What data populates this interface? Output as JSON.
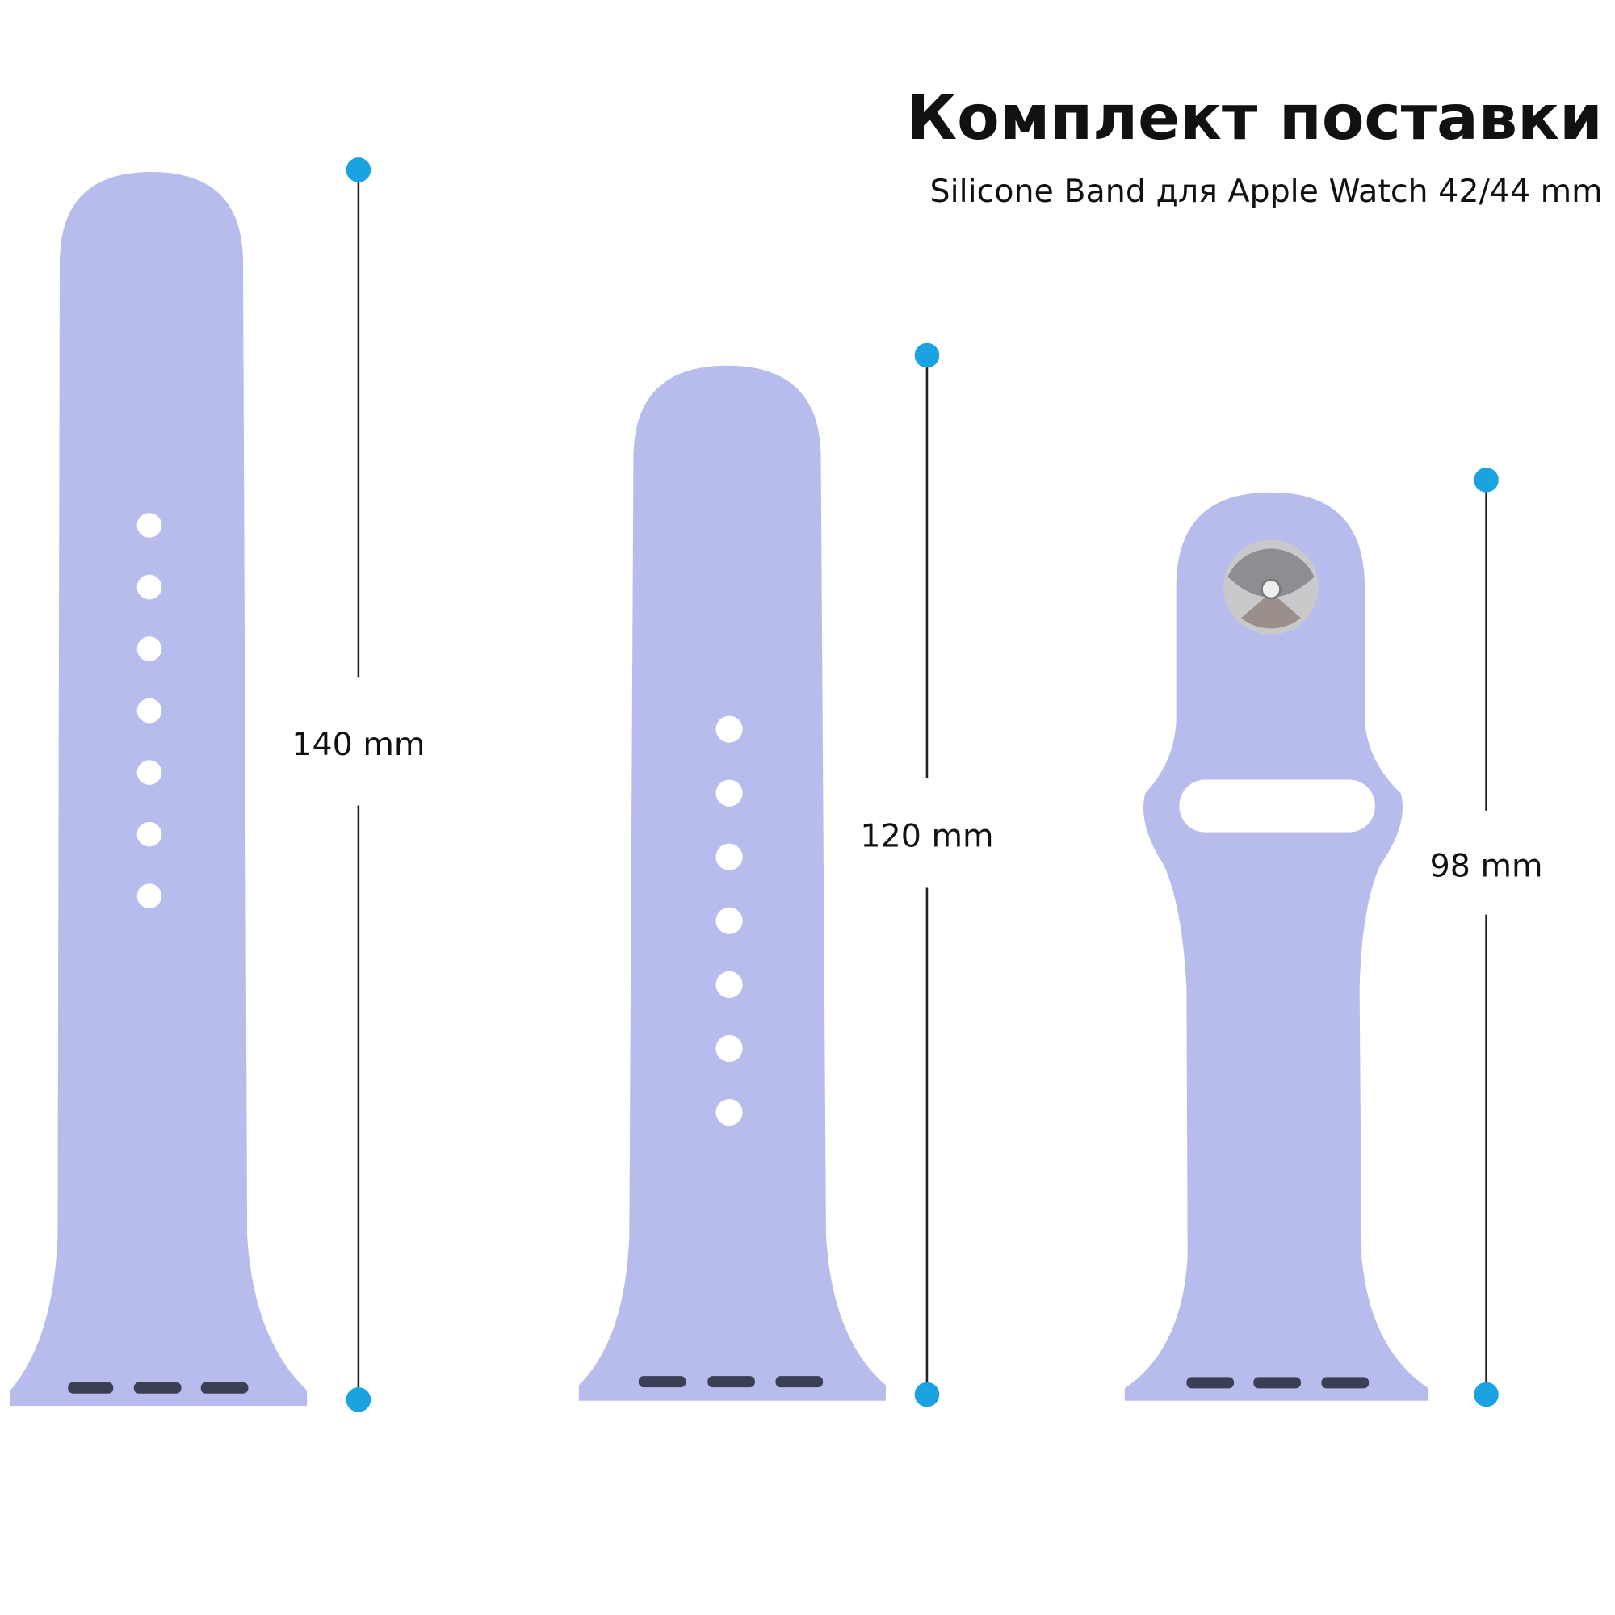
{
  "header": {
    "title": "Комплект поставки",
    "subtitle": "Silicone Band для Apple Watch 42/44 mm"
  },
  "measurements": [
    {
      "label": "140 mm",
      "value_mm": 140
    },
    {
      "label": "120 mm",
      "value_mm": 120
    },
    {
      "label": "98 mm",
      "value_mm": 98
    }
  ],
  "colors": {
    "band": "#b8bcec",
    "marker": "#1aa3e0",
    "text": "#111111"
  }
}
